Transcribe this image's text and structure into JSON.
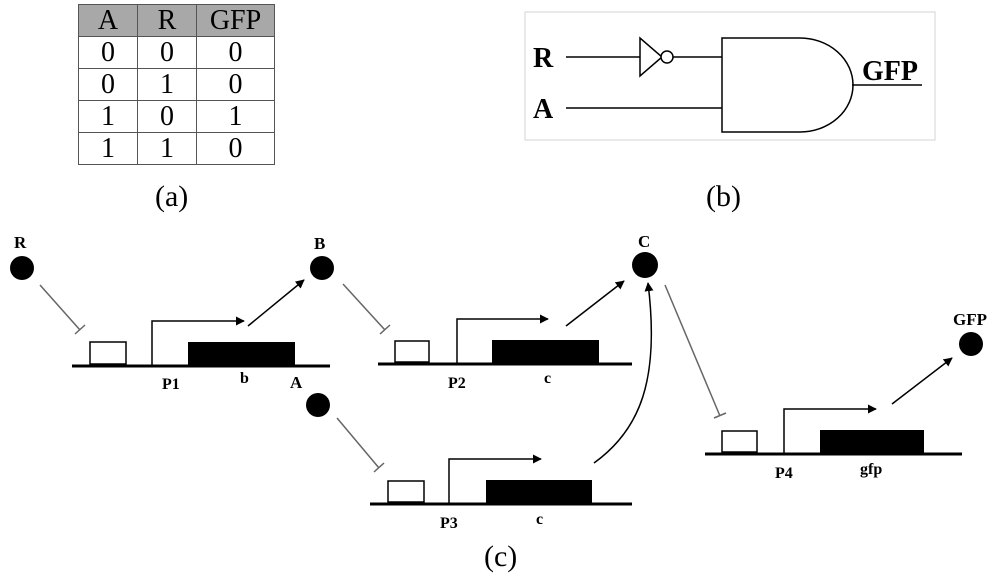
{
  "panel_a": {
    "caption": "(a)",
    "table": {
      "headers": [
        "A",
        "R",
        "GFP"
      ],
      "rows": [
        [
          "0",
          "0",
          "0"
        ],
        [
          "0",
          "1",
          "0"
        ],
        [
          "1",
          "0",
          "1"
        ],
        [
          "1",
          "1",
          "0"
        ]
      ]
    }
  },
  "panel_b": {
    "caption": "(b)",
    "input_r": "R",
    "input_a": "A",
    "output": "GFP"
  },
  "panel_c": {
    "caption": "(c)",
    "molecules": {
      "r": "R",
      "b": "B",
      "c": "C",
      "a": "A",
      "gfp": "GFP"
    },
    "genes": {
      "p1": {
        "promoter": "P1",
        "gene": "b"
      },
      "p2": {
        "promoter": "P2",
        "gene": "c"
      },
      "p3": {
        "promoter": "P3",
        "gene": "c"
      },
      "p4": {
        "promoter": "P4",
        "gene": "gfp"
      }
    }
  }
}
